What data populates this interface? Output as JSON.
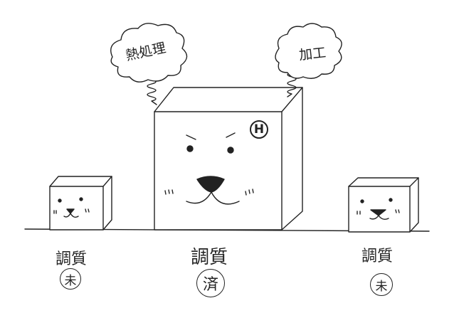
{
  "clouds": {
    "left": "熱処理",
    "right": "加工"
  },
  "badge": "H",
  "labels": {
    "left": {
      "word": "調質",
      "mark": "未"
    },
    "center": {
      "word": "調質",
      "mark": "済"
    },
    "right": {
      "word": "調質",
      "mark": "未"
    }
  },
  "colors": {
    "line": "#222222",
    "background": "#ffffff"
  }
}
